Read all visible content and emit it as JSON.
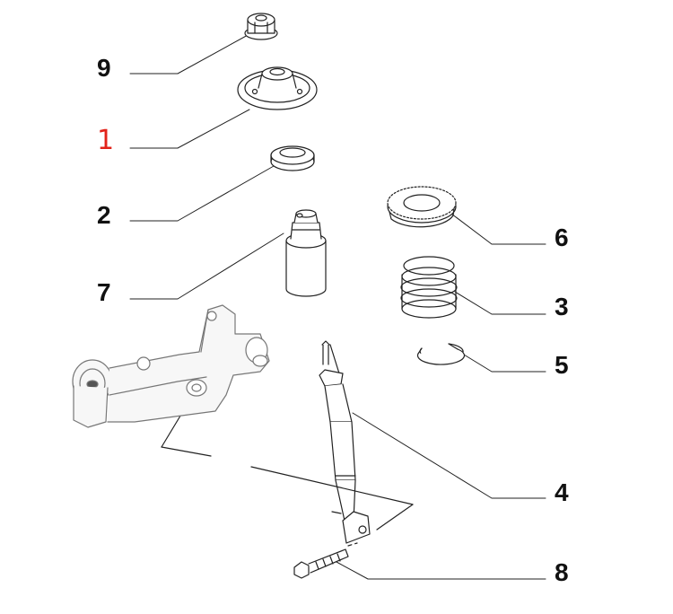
{
  "diagram": {
    "callouts": [
      {
        "id": "9",
        "label": "9",
        "part": "nut"
      },
      {
        "id": "1",
        "label": "1",
        "part": "top-mount"
      },
      {
        "id": "2",
        "label": "2",
        "part": "cap"
      },
      {
        "id": "7",
        "label": "7",
        "part": "bump-stop"
      },
      {
        "id": "6",
        "label": "6",
        "part": "upper-spring-seat"
      },
      {
        "id": "3",
        "label": "3",
        "part": "coil-spring"
      },
      {
        "id": "5",
        "label": "5",
        "part": "lower-spring-seat"
      },
      {
        "id": "4",
        "label": "4",
        "part": "shock-absorber"
      },
      {
        "id": "8",
        "label": "8",
        "part": "bolt"
      }
    ],
    "colors": {
      "line": "#222222",
      "label": "#111111",
      "highlight": "#e2231a",
      "fill": "#f2f2f2"
    }
  }
}
